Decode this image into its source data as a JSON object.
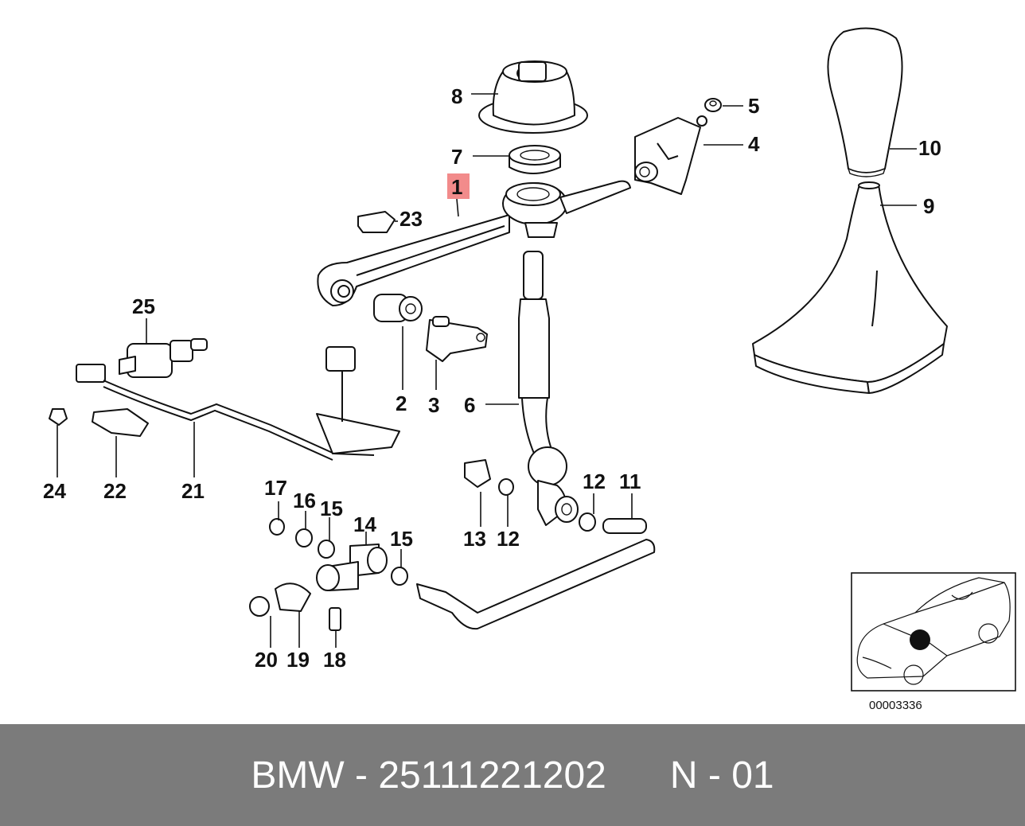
{
  "diagram": {
    "labels": [
      "1",
      "2",
      "3",
      "4",
      "5",
      "6",
      "7",
      "8",
      "9",
      "10",
      "11",
      "12",
      "12",
      "13",
      "14",
      "15",
      "15",
      "16",
      "17",
      "18",
      "19",
      "20",
      "21",
      "22",
      "23",
      "24",
      "25"
    ],
    "highlighted_label": "1",
    "highlight_color": "#f28b8b",
    "inset_code": "00003336"
  },
  "footer": {
    "brand": "BMW",
    "part_number": "25111221202",
    "ref": "N - 01",
    "background_color": "#7b7b7b"
  }
}
